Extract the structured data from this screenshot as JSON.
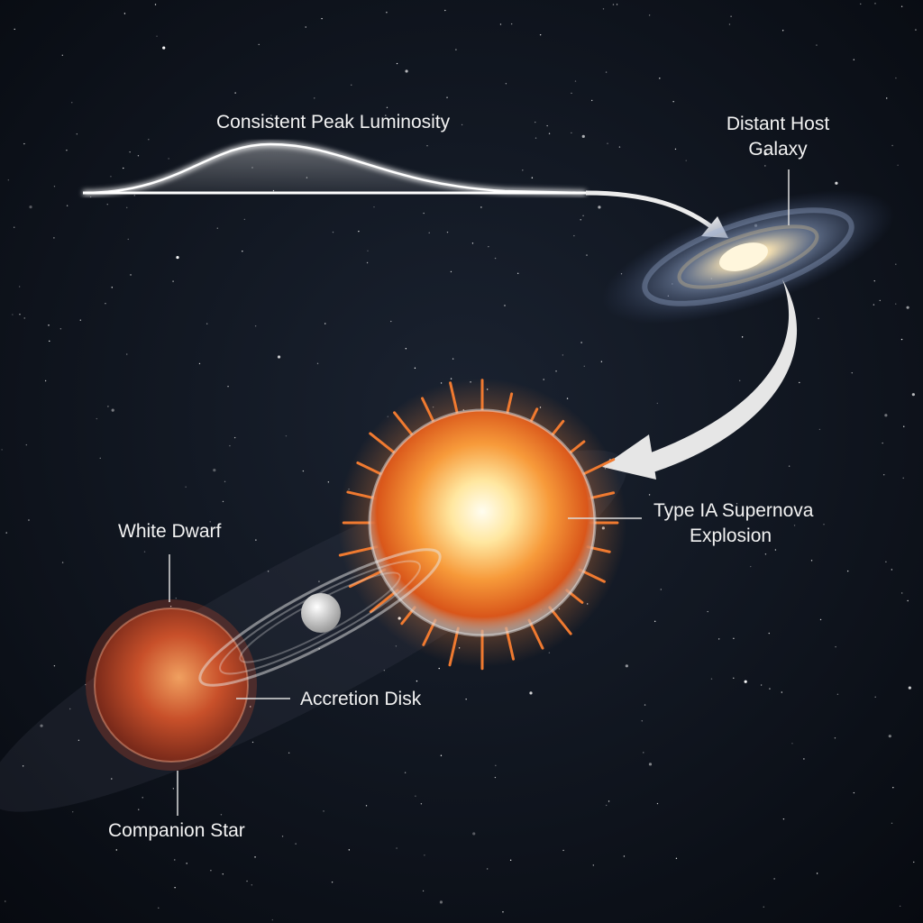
{
  "labels": {
    "light_curve": "Consistent Peak Luminosity",
    "galaxy_line1": "Distant Host",
    "galaxy_line2": "Galaxy",
    "supernova_line1": "Type IA Supernova",
    "supernova_line2": "Explosion",
    "white_dwarf": "White Dwarf",
    "accretion_disk": "Accretion Disk",
    "companion_star": "Companion Star"
  },
  "colors": {
    "background": "#0b1018",
    "label_text": "#f2f2f2",
    "supernova_core": "#fff6d8",
    "supernova_outer": "#e0621c",
    "companion_star": "#c8502a",
    "arrow": "#ececec"
  }
}
